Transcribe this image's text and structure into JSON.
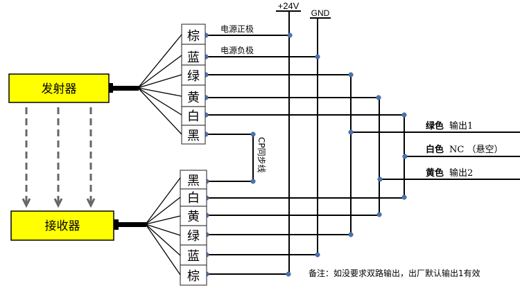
{
  "emitter": {
    "label": "发射器",
    "color": "#ffff00"
  },
  "receiver": {
    "label": "接收器",
    "color": "#ffff00"
  },
  "emitter_terminals": [
    "棕",
    "蓝",
    "绿",
    "黄",
    "白",
    "黑"
  ],
  "receiver_terminals": [
    "黑",
    "白",
    "黄",
    "绿",
    "蓝",
    "棕"
  ],
  "rails": {
    "positive": "+24V",
    "ground": "GND"
  },
  "wire_labels": {
    "brown": "电源正极",
    "blue": "电源负极"
  },
  "sync_line_label": "CP同步线",
  "outputs": [
    {
      "color_label": "绿色",
      "desc": "输出1"
    },
    {
      "color_label": "白色",
      "desc": "NC （悬空）"
    },
    {
      "color_label": "黄色",
      "desc": "输出2"
    }
  ],
  "note": "备注：如没要求双路输出，出厂默认输出1有效",
  "colors": {
    "dot": "#4a73b0",
    "device_fill": "#ffff00"
  }
}
